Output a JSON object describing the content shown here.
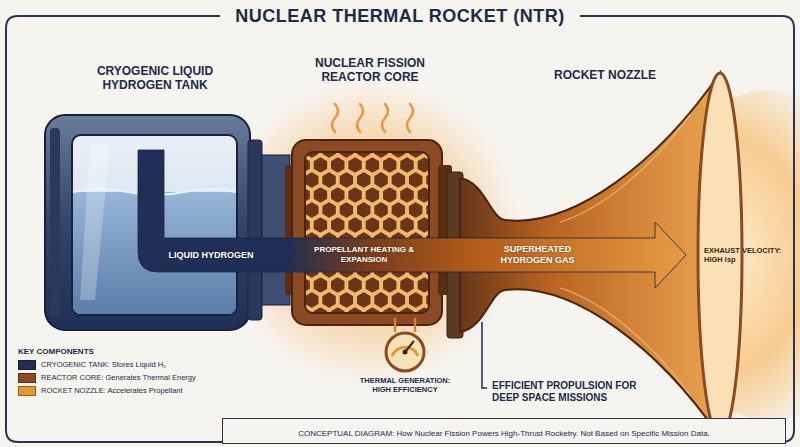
{
  "diagram": {
    "title": "NUCLEAR THERMAL ROCKET (NTR)",
    "caption": "CONCEPTUAL DIAGRAM: How Nuclear Fission Powers High-Thrust Rocketry. Not Based on Specific Mission Data.",
    "nodes": [
      {
        "text": [
          "CRYOGENIC LIQUID HYDROGEN TANK"
        ]
      },
      {
        "text": [
          "NUCLEAR FISSION REACTOR CORE"
        ]
      },
      {
        "text": [
          "ROCKET NOZZLE"
        ]
      },
      {
        "text": [
          "THERMAL GENERATION: HIGH EFFICIENCY"
        ]
      }
    ],
    "edges": [
      {
        "from": 1,
        "to": 3,
        "arrow": "none"
      }
    ],
    "labels": [
      "LIQUID HYDROGEN",
      "PROPELLANT HEATING & EXPANSION",
      "SUPERHEATED HYDROGEN GAS",
      "EXHAUST VELOCITY: HIGH Isp",
      "EFFICIENT PROPULSION FOR DEEP SPACE MISSIONS",
      "KEY COMPONENTS"
    ],
    "legend": [
      {
        "text": "CRYOGENIC TANK: Stores Liquid H₂",
        "color": "#1f2f55"
      },
      {
        "text": "REACTOR CORE: Generates Thermal Energy",
        "color": "#8b4a22"
      },
      {
        "text": "ROCKET NOZZLE: Accelerates Propellant",
        "color": "#e0982f"
      }
    ]
  }
}
